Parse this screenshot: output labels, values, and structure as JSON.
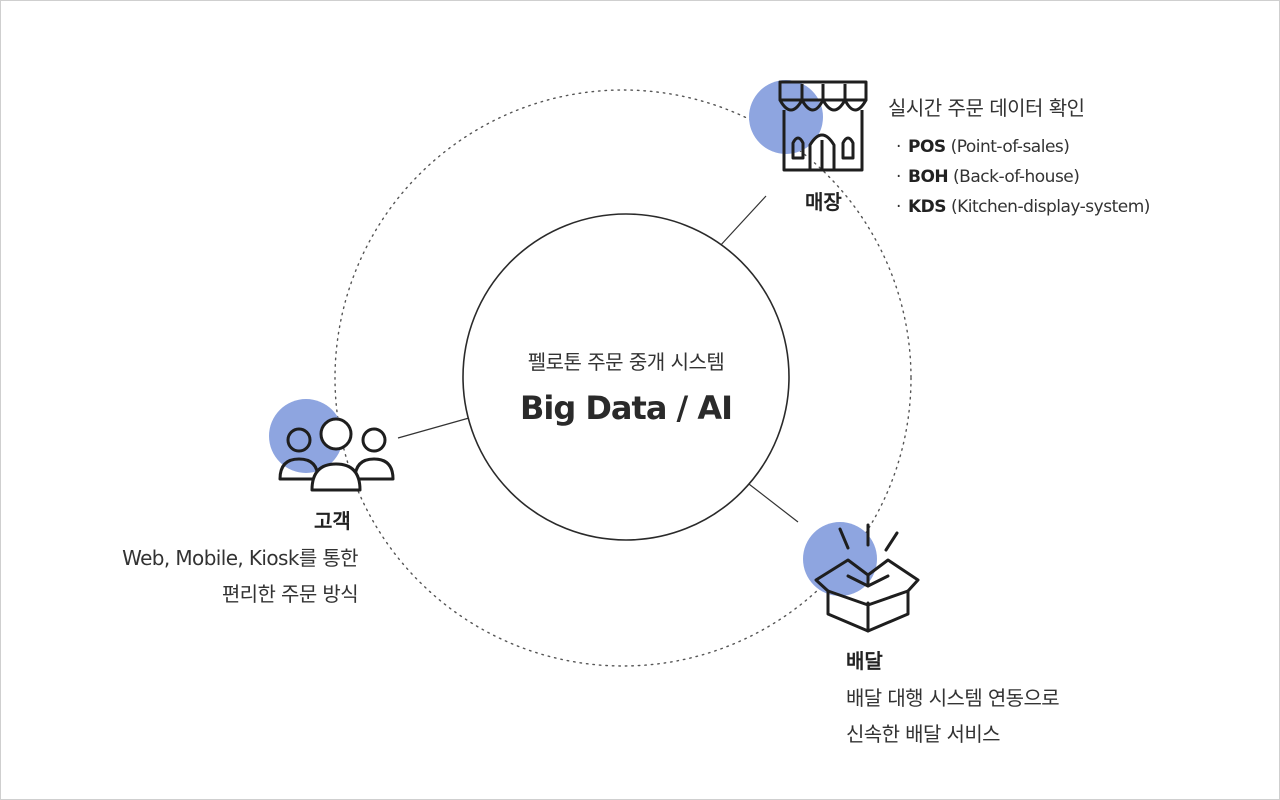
{
  "center": {
    "title": "펠로톤 주문 중개 시스템",
    "main": "Big Data / AI"
  },
  "store": {
    "label": "매장",
    "heading": "실시간 주문 데이터 확인",
    "items": [
      {
        "abbr": "POS",
        "full": "(Point-of-sales)"
      },
      {
        "abbr": "BOH",
        "full": "(Back-of-house)"
      },
      {
        "abbr": "KDS",
        "full": "(Kitchen-display-system)"
      }
    ]
  },
  "customer": {
    "label": "고객",
    "desc": [
      "Web, Mobile, Kiosk를 통한",
      "편리한 주문 방식"
    ]
  },
  "delivery": {
    "label": "배달",
    "desc": [
      "배달 대행 시스템 연동으로",
      "신속한 배달 서비스"
    ]
  },
  "colors": {
    "accent": "#8ea5e0",
    "line": "#333333",
    "dotted": "#555555"
  },
  "icons": [
    "storefront-icon",
    "people-icon",
    "box-icon"
  ]
}
